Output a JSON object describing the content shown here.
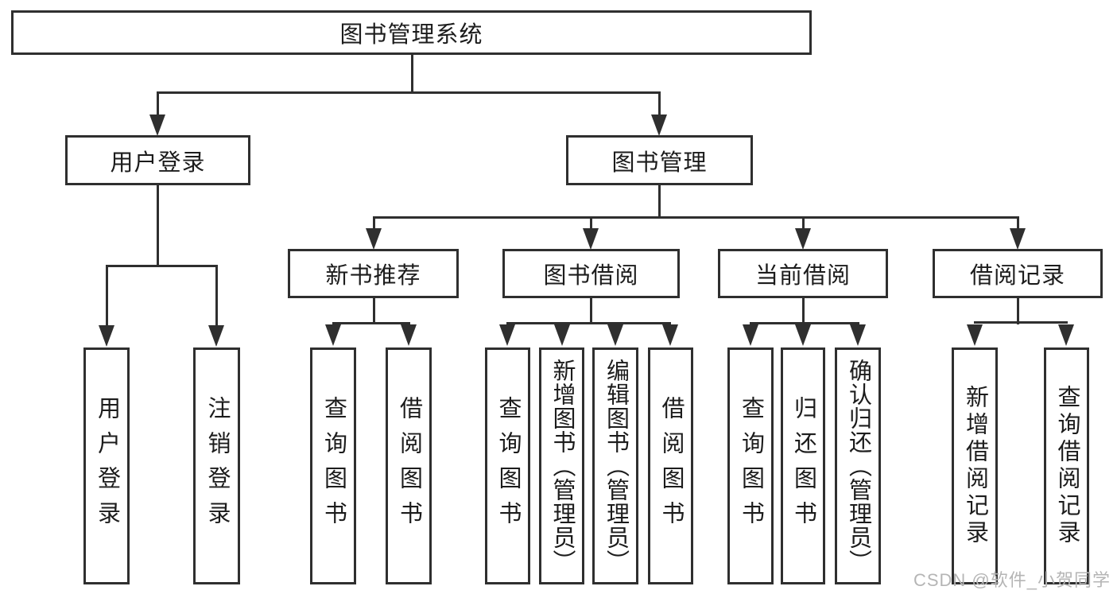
{
  "tree": {
    "label": "图书管理系统",
    "children": [
      {
        "label": "用户登录",
        "children": [
          {
            "label": "用户登录"
          },
          {
            "label": "注销登录"
          }
        ]
      },
      {
        "label": "图书管理",
        "children": [
          {
            "label": "新书推荐",
            "children": [
              {
                "label": "查询图书"
              },
              {
                "label": "借阅图书"
              }
            ]
          },
          {
            "label": "图书借阅",
            "children": [
              {
                "label": "查询图书"
              },
              {
                "label": "新增图书（管理员）"
              },
              {
                "label": "编辑图书（管理员）"
              },
              {
                "label": "借阅图书"
              }
            ]
          },
          {
            "label": "当前借阅",
            "children": [
              {
                "label": "查询图书"
              },
              {
                "label": "归还图书"
              },
              {
                "label": "确认归还（管理员）"
              }
            ]
          },
          {
            "label": "借阅记录",
            "children": [
              {
                "label": "新增借阅记录"
              },
              {
                "label": "查询借阅记录"
              }
            ]
          }
        ]
      }
    ]
  },
  "watermark": {
    "text": "CSDN @软件_小贺同学"
  },
  "colors": {
    "line": "#2f2f2f",
    "text": "#1c1c1c",
    "watermark": "#b5b5b5",
    "background": "#ffffff"
  }
}
